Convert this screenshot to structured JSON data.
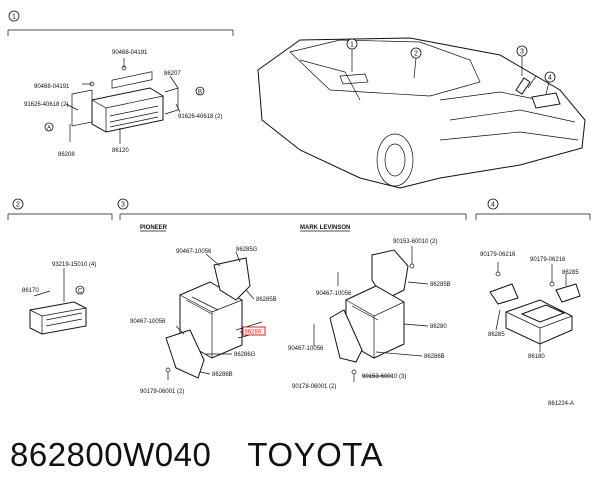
{
  "sections": {
    "s1": "1",
    "s2": "2",
    "s3": "3",
    "s4": "4"
  },
  "car_callouts": [
    "1",
    "2",
    "3",
    "4"
  ],
  "section1": {
    "labels": {
      "l1": "90468-04191",
      "l2": "90468-04191",
      "l3": "86207",
      "l4": "91626-40618 (2)",
      "l5": "91626-40618 (2)",
      "l6": "86208",
      "l7": "86120",
      "markA": "A",
      "markB": "B"
    }
  },
  "section2": {
    "labels": {
      "l1": "93219-15010 (4)",
      "l2": "86170",
      "markC": "C"
    }
  },
  "section3": {
    "pioneer": "PIONEER",
    "mark_levinson": "MARK LEVINSON",
    "pioneer_labels": {
      "l1": "90467-10056",
      "l2": "86285G",
      "l3": "86285B",
      "l4": "90467-10056",
      "l5": "86280",
      "l6": "86286G",
      "l7": "86286B",
      "l8": "90179-06001 (2)"
    },
    "levinson_labels": {
      "l1": "90153-60010 (2)",
      "l2": "86285B",
      "l3": "90467-10056",
      "l4": "86280",
      "l5": "90467-10056",
      "l6": "86286B",
      "l7": "90178-06001 (2)",
      "l8": "90153-60010 (3)"
    }
  },
  "section4": {
    "labels": {
      "l1": "90179-06216",
      "l2": "90179-06216",
      "l3": "86285",
      "l4": "86285",
      "l5": "86180"
    }
  },
  "diagram_id": "861224-A",
  "footer": {
    "part_number": "862800W040",
    "brand": "TOYOTA"
  },
  "colors": {
    "highlight": "#e0201e"
  }
}
